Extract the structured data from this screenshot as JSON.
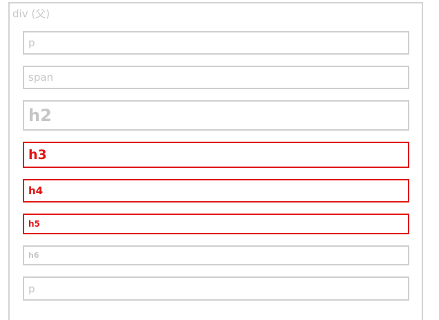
{
  "parent": {
    "label": "div (父)"
  },
  "children": [
    {
      "tag": "p",
      "highlighted": false
    },
    {
      "tag": "span",
      "highlighted": false
    },
    {
      "tag": "h2",
      "highlighted": false
    },
    {
      "tag": "h3",
      "highlighted": true
    },
    {
      "tag": "h4",
      "highlighted": true
    },
    {
      "tag": "h5",
      "highlighted": true
    },
    {
      "tag": "h6",
      "highlighted": false
    },
    {
      "tag": "p",
      "highlighted": false
    }
  ],
  "colors": {
    "highlight": "#e01515",
    "muted_border": "#cfcfcf",
    "muted_text": "#c6c6c6"
  }
}
